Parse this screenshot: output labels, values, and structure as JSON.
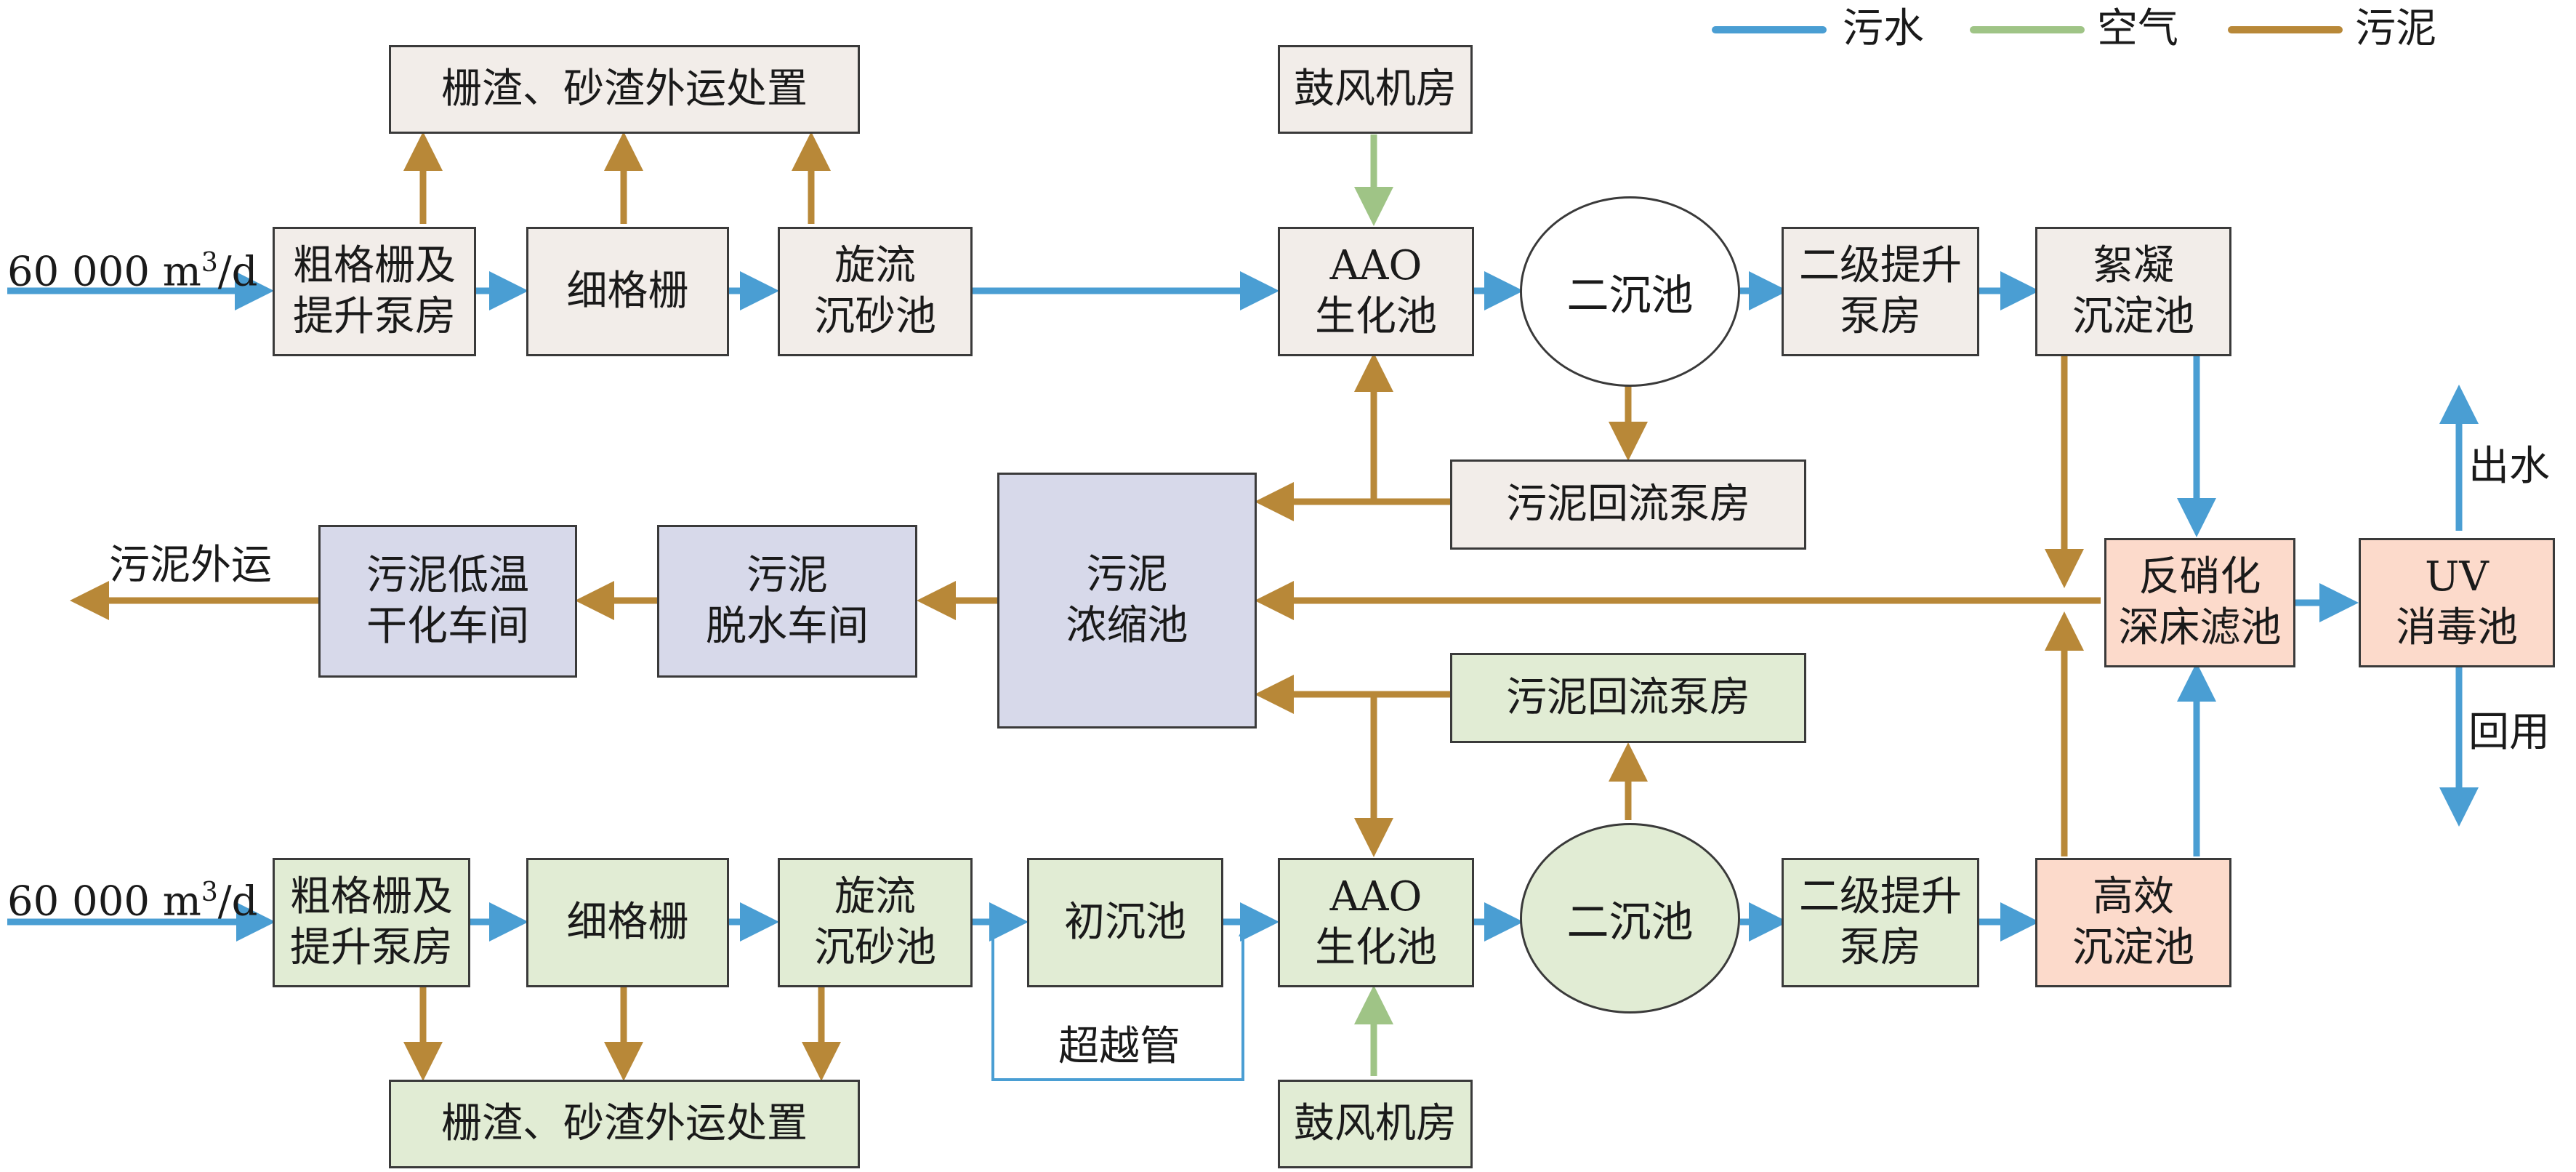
{
  "colors": {
    "sewage": "#4a9ed3",
    "air": "#9fc486",
    "sludge": "#b88838",
    "box_gray": "#f2ede9",
    "box_green": "#e1ecd4",
    "box_peach": "#fcdacb",
    "box_lavender": "#d7d9ea"
  },
  "legend": {
    "sewage": "污水",
    "air": "空气",
    "sludge": "污泥"
  },
  "labels": {
    "inflow_top_prefix": "60 000 m",
    "inflow_top_exp": "3",
    "inflow_top_suffix": "/d",
    "inflow_bottom_prefix": "60 000 m",
    "inflow_bottom_exp": "3",
    "inflow_bottom_suffix": "/d",
    "bypass_pipe": "超越管",
    "sludge_out": "污泥外运",
    "effluent": "出水",
    "reuse": "回用"
  },
  "top_line": {
    "screenings_disposal": "栅渣、砂渣外运处置",
    "coarse_screen": [
      "粗格栅及",
      "提升泵房"
    ],
    "fine_screen": "细格栅",
    "vortex_grit": [
      "旋流",
      "沉砂池"
    ],
    "blower": "鼓风机房",
    "aao": [
      "AAO",
      "生化池"
    ],
    "secondary_clarifier": "二沉池",
    "lift_pump": [
      "二级提升",
      "泵房"
    ],
    "flocculation": [
      "絮凝",
      "沉淀池"
    ],
    "sludge_return": "污泥回流泵房"
  },
  "sludge_line": {
    "thickener": [
      "污泥",
      "浓缩池"
    ],
    "dewatering": [
      "污泥",
      "脱水车间"
    ],
    "drying": [
      "污泥低温",
      "干化车间"
    ]
  },
  "bottom_line": {
    "screenings_disposal": "栅渣、砂渣外运处置",
    "coarse_screen": [
      "粗格栅及",
      "提升泵房"
    ],
    "fine_screen": "细格栅",
    "vortex_grit": [
      "旋流",
      "沉砂池"
    ],
    "primary_clarifier": "初沉池",
    "blower": "鼓风机房",
    "aao": [
      "AAO",
      "生化池"
    ],
    "secondary_clarifier": "二沉池",
    "lift_pump": [
      "二级提升",
      "泵房"
    ],
    "high_eff_sed": [
      "高效",
      "沉淀池"
    ],
    "sludge_return": "污泥回流泵房"
  },
  "tertiary": {
    "denitrification_filter": [
      "反硝化",
      "深床滤池"
    ],
    "uv": [
      "UV",
      "消毒池"
    ]
  }
}
